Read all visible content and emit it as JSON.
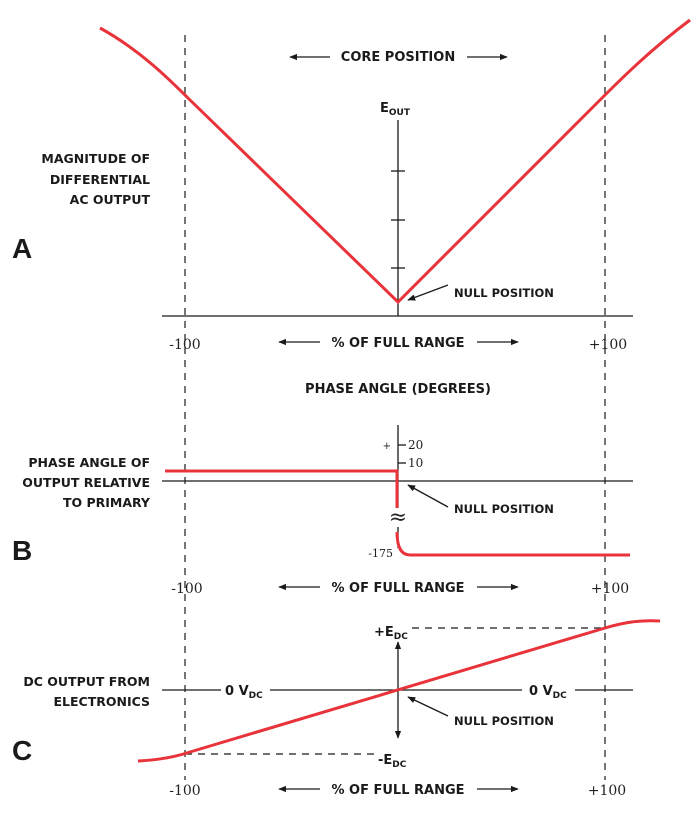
{
  "colors": {
    "curve": "#e8333b",
    "ink": "#1a1a1a"
  },
  "panel_a": {
    "letter": "A",
    "top_label": "CORE POSITION",
    "y_axis_label_main": "E",
    "y_axis_label_sub": "OUT",
    "side_label_lines": [
      "MAGNITUDE OF",
      "DIFFERENTIAL",
      "AC OUTPUT"
    ],
    "null_label": "NULL POSITION",
    "x_label": "% OF FULL RANGE",
    "x_left": "-100",
    "x_right": "+100"
  },
  "panel_b": {
    "letter": "B",
    "axis_title": "PHASE ANGLE (DEGREES)",
    "tick_plus": "+",
    "tick_20": "20",
    "tick_10": "10",
    "tick_neg175": "-175",
    "break_symbol": "≈",
    "side_label_lines": [
      "PHASE ANGLE OF",
      "OUTPUT RELATIVE",
      "TO PRIMARY"
    ],
    "null_label": "NULL POSITION",
    "x_label": "% OF FULL RANGE",
    "x_left": "-100",
    "x_right": "+100"
  },
  "panel_c": {
    "letter": "C",
    "plus_main": "+E",
    "plus_sub": "DC",
    "minus_main": "-E",
    "minus_sub": "DC",
    "zero_left_main": "0 V",
    "zero_left_sub": "DC",
    "zero_right_main": "0 V",
    "zero_right_sub": "DC",
    "side_label_lines": [
      "DC OUTPUT FROM",
      "ELECTRONICS"
    ],
    "null_label": "NULL POSITION",
    "x_label": "% OF FULL RANGE",
    "x_left": "-100",
    "x_right": "+100"
  }
}
